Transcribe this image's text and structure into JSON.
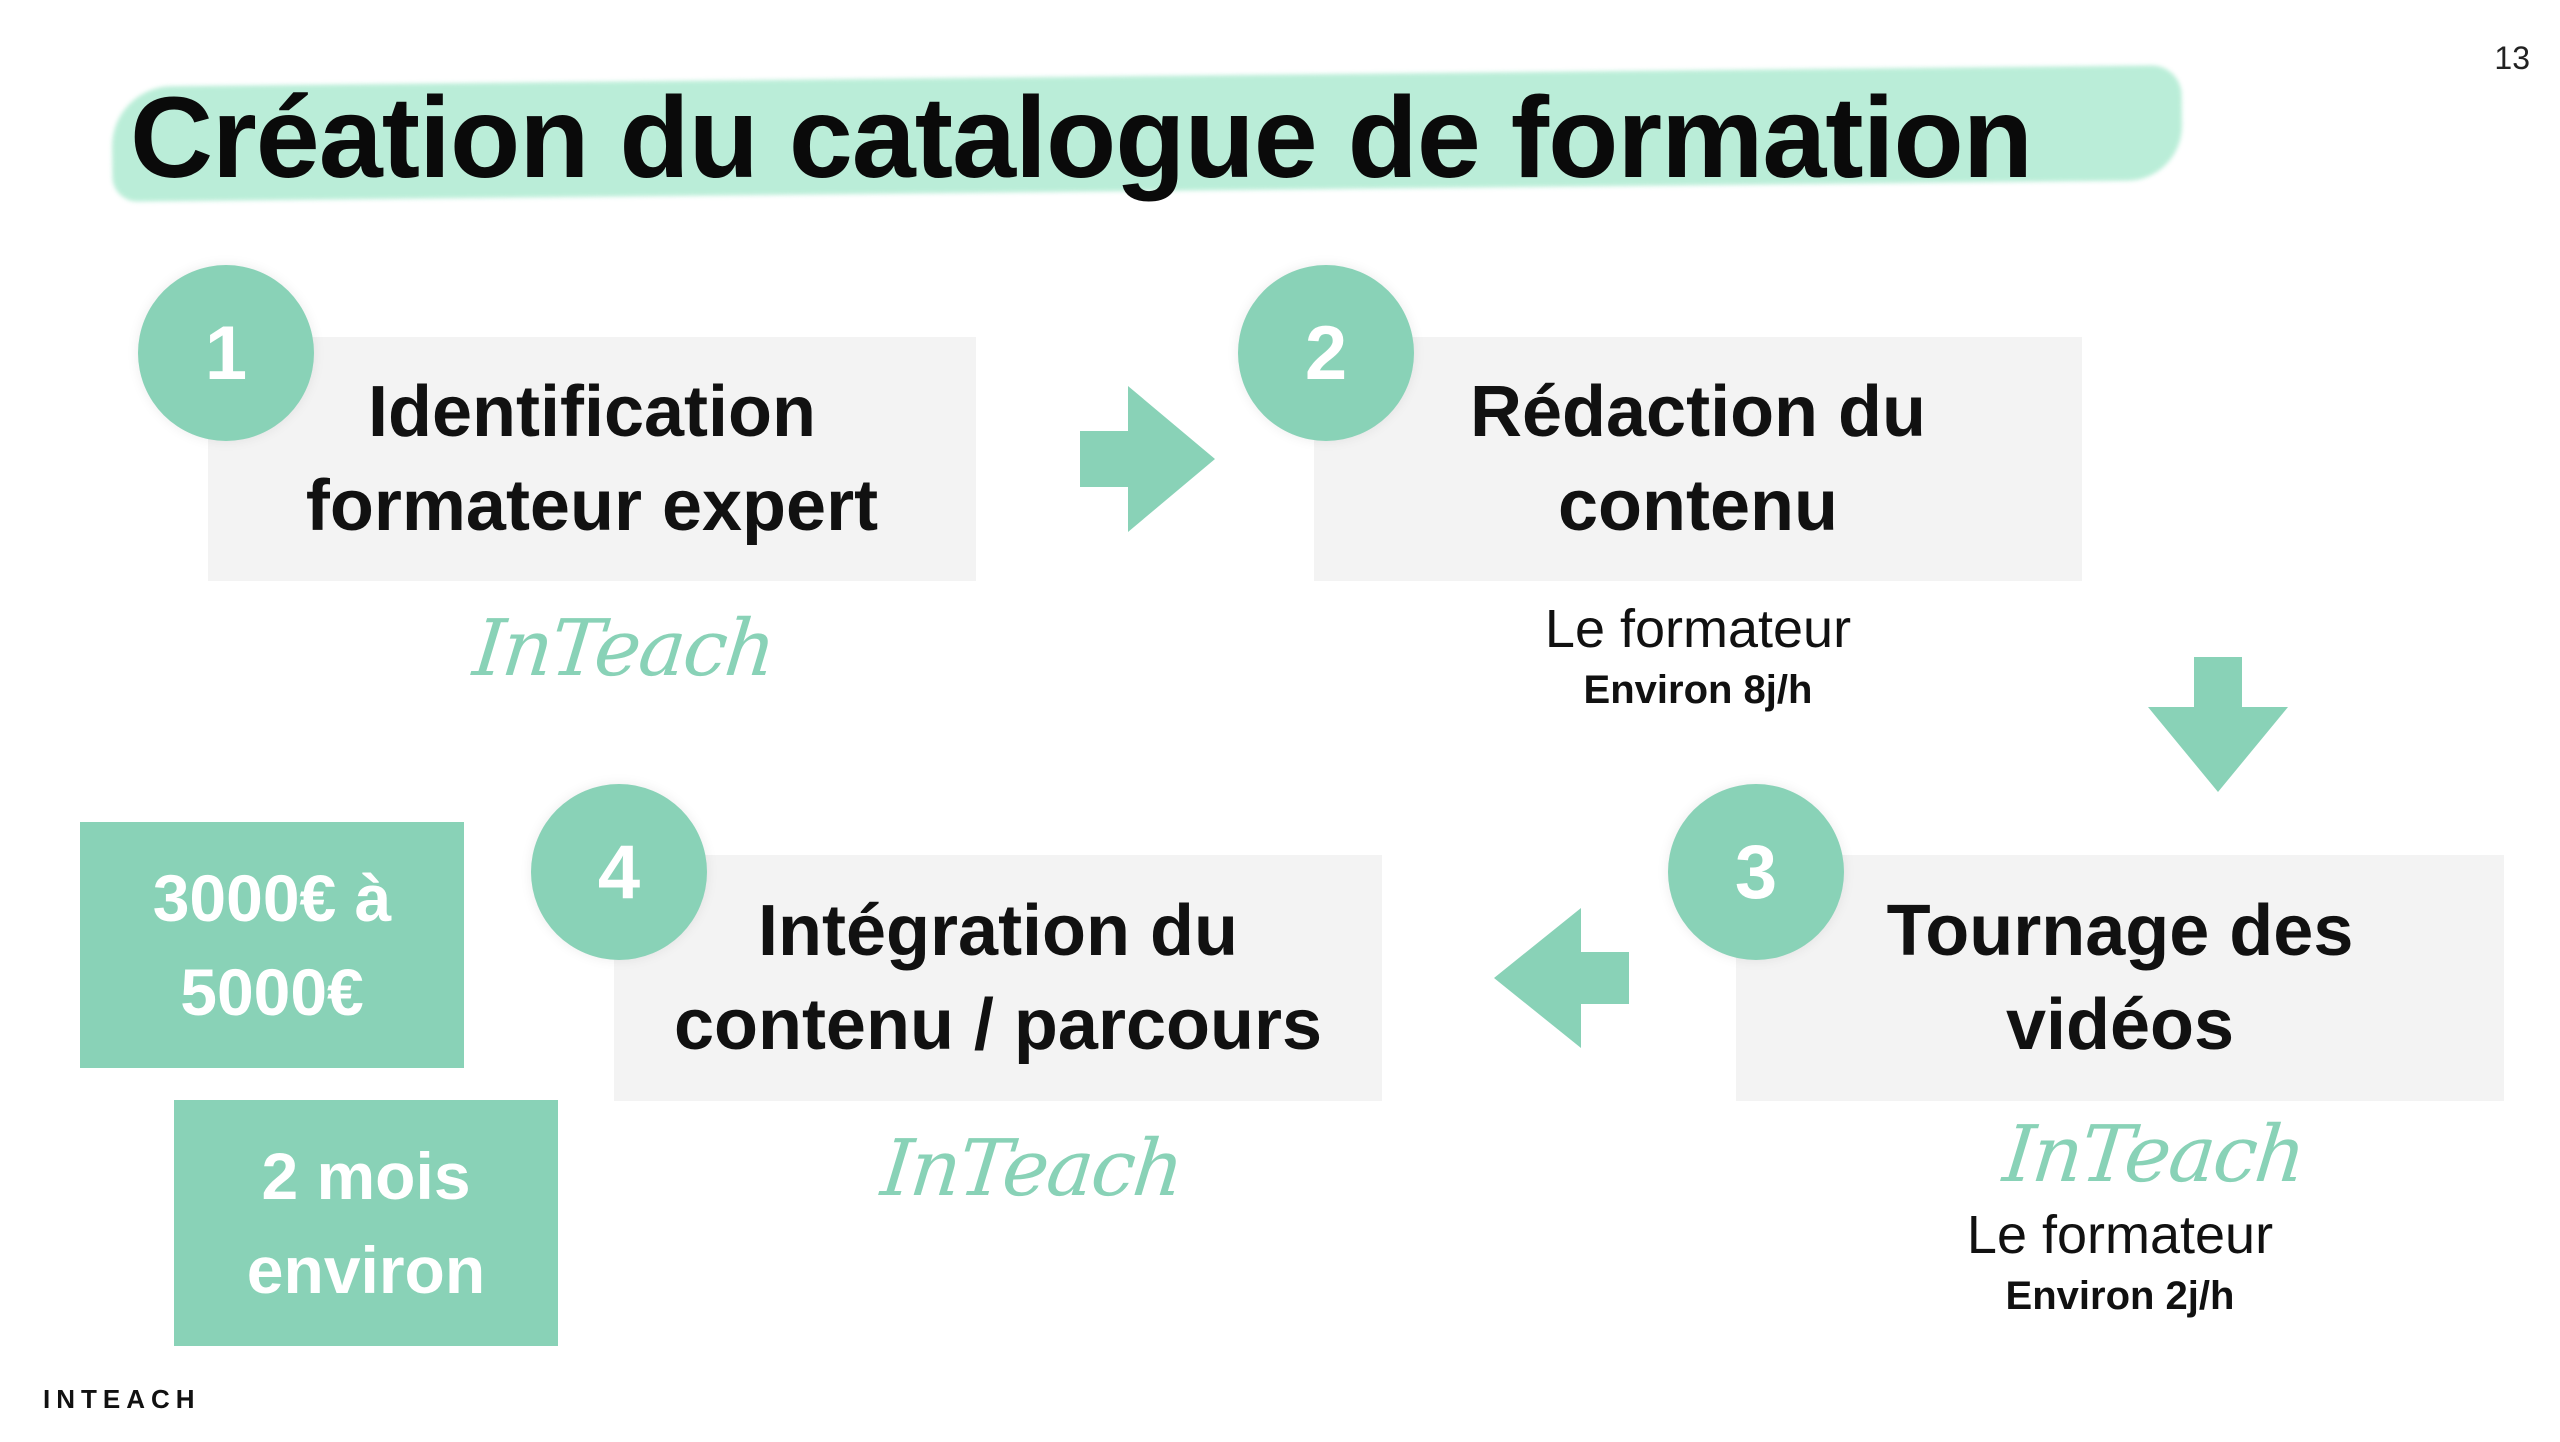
{
  "page_number": "13",
  "title": "Création du catalogue de formation",
  "steps": [
    {
      "number": "1",
      "line1": "Identification",
      "line2": "formateur expert",
      "brand": "InTeach"
    },
    {
      "number": "2",
      "line1": "Rédaction du",
      "line2": "contenu",
      "who": "Le formateur",
      "duration": "Environ 8j/h"
    },
    {
      "number": "3",
      "line1": "Tournage des",
      "line2": "vidéos",
      "brand": "InTeach",
      "who": "Le formateur",
      "duration": "Environ 2j/h"
    },
    {
      "number": "4",
      "line1": "Intégration du",
      "line2": "contenu / parcours",
      "brand": "InTeach"
    }
  ],
  "summary": {
    "price_line1": "3000€ à",
    "price_line2": "5000€",
    "duration_line1": "2 mois",
    "duration_line2": "environ"
  },
  "footer_logo": "INTEACH",
  "colors": {
    "accent": "#89d2b7",
    "box_background": "#f3f3f3",
    "title_highlight": "#b3ecd4"
  },
  "icons": [
    "arrow-right-icon",
    "arrow-down-icon",
    "arrow-left-icon"
  ]
}
